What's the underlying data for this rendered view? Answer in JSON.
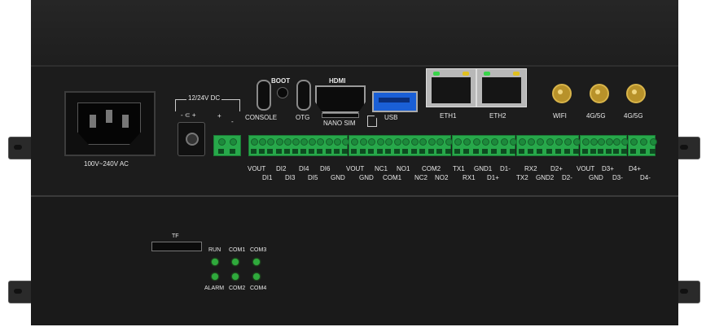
{
  "power": {
    "ac_label": "100V~240V AC",
    "dc_label": "12/24V DC",
    "dc_polarity": "- ⊂ +",
    "plus": "+",
    "minus": "-"
  },
  "front_ports": {
    "console": "CONSOLE",
    "boot": "BOOT",
    "otg": "OTG",
    "hdmi": "HDMI",
    "nano_sim": "NANO SIM",
    "usb": "USB",
    "eth1": "ETH1",
    "eth2": "ETH2",
    "wifi": "WIFI",
    "ant1": "4G/5G",
    "ant2": "4G/5G"
  },
  "terminal_labels_top": [
    "VOUT",
    "DI2",
    "DI4",
    "DI6",
    "VOUT",
    "NC1",
    "NO1",
    "COM2",
    "TX1",
    "GND1",
    "D1-",
    "RX2",
    "D2+",
    "VOUT",
    "D3+",
    "D4+"
  ],
  "terminal_labels_bottom": [
    "DI1",
    "DI3",
    "DI5",
    "GND",
    "GND",
    "COM1",
    "NC2",
    "NO2",
    "RX1",
    "D1+",
    "TX2",
    "GND2",
    "D2-",
    "GND",
    "D3-",
    "D4-"
  ],
  "bottom_panel": {
    "tf": "TF",
    "leds_top": [
      "RUN",
      "COM1",
      "COM3"
    ],
    "leds_bottom": [
      "ALARM",
      "COM2",
      "COM4"
    ]
  },
  "colors": {
    "chassis": "#1c1c1c",
    "terminal": "#27a84a",
    "led": "#2faa3c",
    "usb": "#1a5fd6",
    "antenna": "#b8922a"
  }
}
